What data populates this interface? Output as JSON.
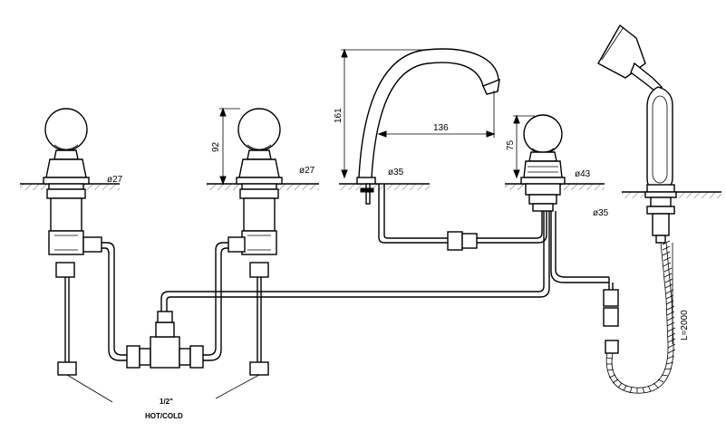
{
  "dimensions": {
    "dia_left_valve": "ø27",
    "dia_mid_valve": "ø27",
    "dia_spout": "ø35",
    "dia_right_valve": "ø43",
    "dia_handshower": "ø35",
    "height_valve": "92",
    "height_spout": "161",
    "reach_spout": "136",
    "height_right_valve": "75",
    "hose_length": "L=2000"
  },
  "labels": {
    "pipe_size": "1/2\"",
    "hot_cold": "HOT/COLD"
  }
}
